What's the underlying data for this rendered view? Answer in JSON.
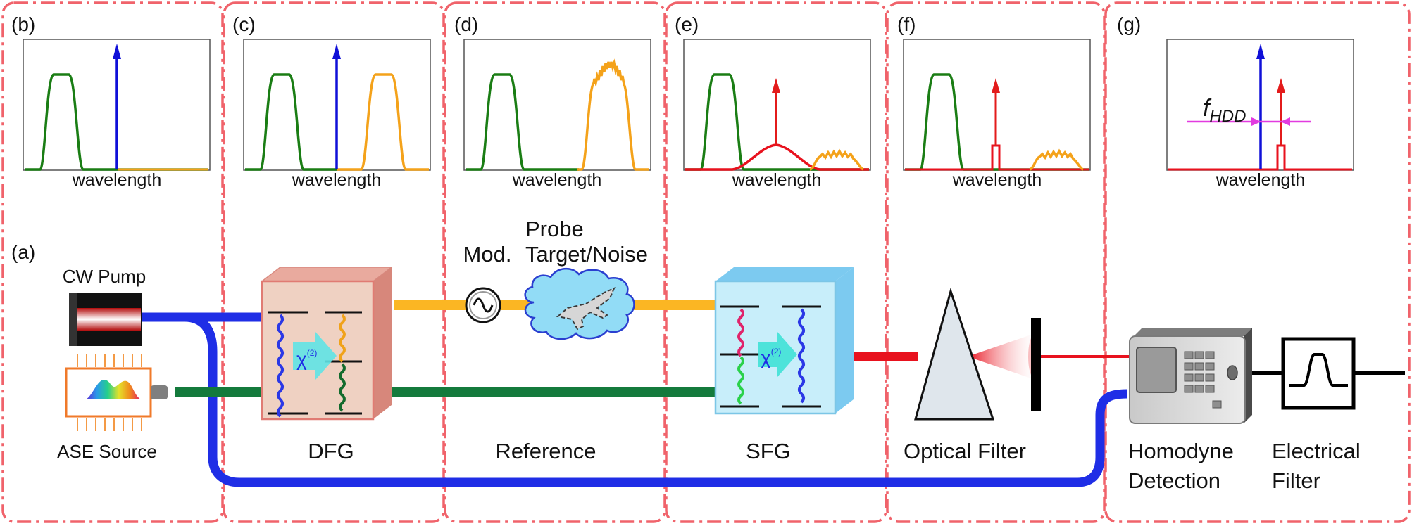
{
  "panel_labels": [
    "(a)",
    "(b)",
    "(c)",
    "(d)",
    "(e)",
    "(f)",
    "(g)"
  ],
  "spectrum_axis_label": "wavelength",
  "fhdd_label": {
    "base": "f",
    "sub": "HDD"
  },
  "chi2_label": {
    "base": "χ",
    "sup": "(2)"
  },
  "components": {
    "cw_pump": "CW Pump",
    "ase_source": "ASE Source",
    "dfg": "DFG",
    "reference": "Reference",
    "modulator": "Mod.",
    "probe_line1": "Probe",
    "probe_line2": "Target/Noise",
    "sfg": "SFG",
    "optical_filter": "Optical Filter",
    "homodyne_line1": "Homodyne",
    "homodyne_line2": "Detection",
    "electrical_line1": "Electrical",
    "electrical_line2": "Filter"
  },
  "colors": {
    "frame_dash": "#f0636b",
    "pump_blue": "#1f2ee6",
    "reference_green": "#147a3c",
    "probe_orange": "#fbb623",
    "sfg_red": "#e8121e",
    "spectrum_green": "#1a7d14",
    "spectrum_orange": "#f4a21a",
    "arrow_blue": "#1010d8",
    "arrow_red": "#e31b1b",
    "fhdd_magenta": "#e23be0",
    "dfg_crystal": "#ecb3a8",
    "sfg_crystal": "#8fd3f4",
    "cloud_fill": "#92dcf6"
  }
}
